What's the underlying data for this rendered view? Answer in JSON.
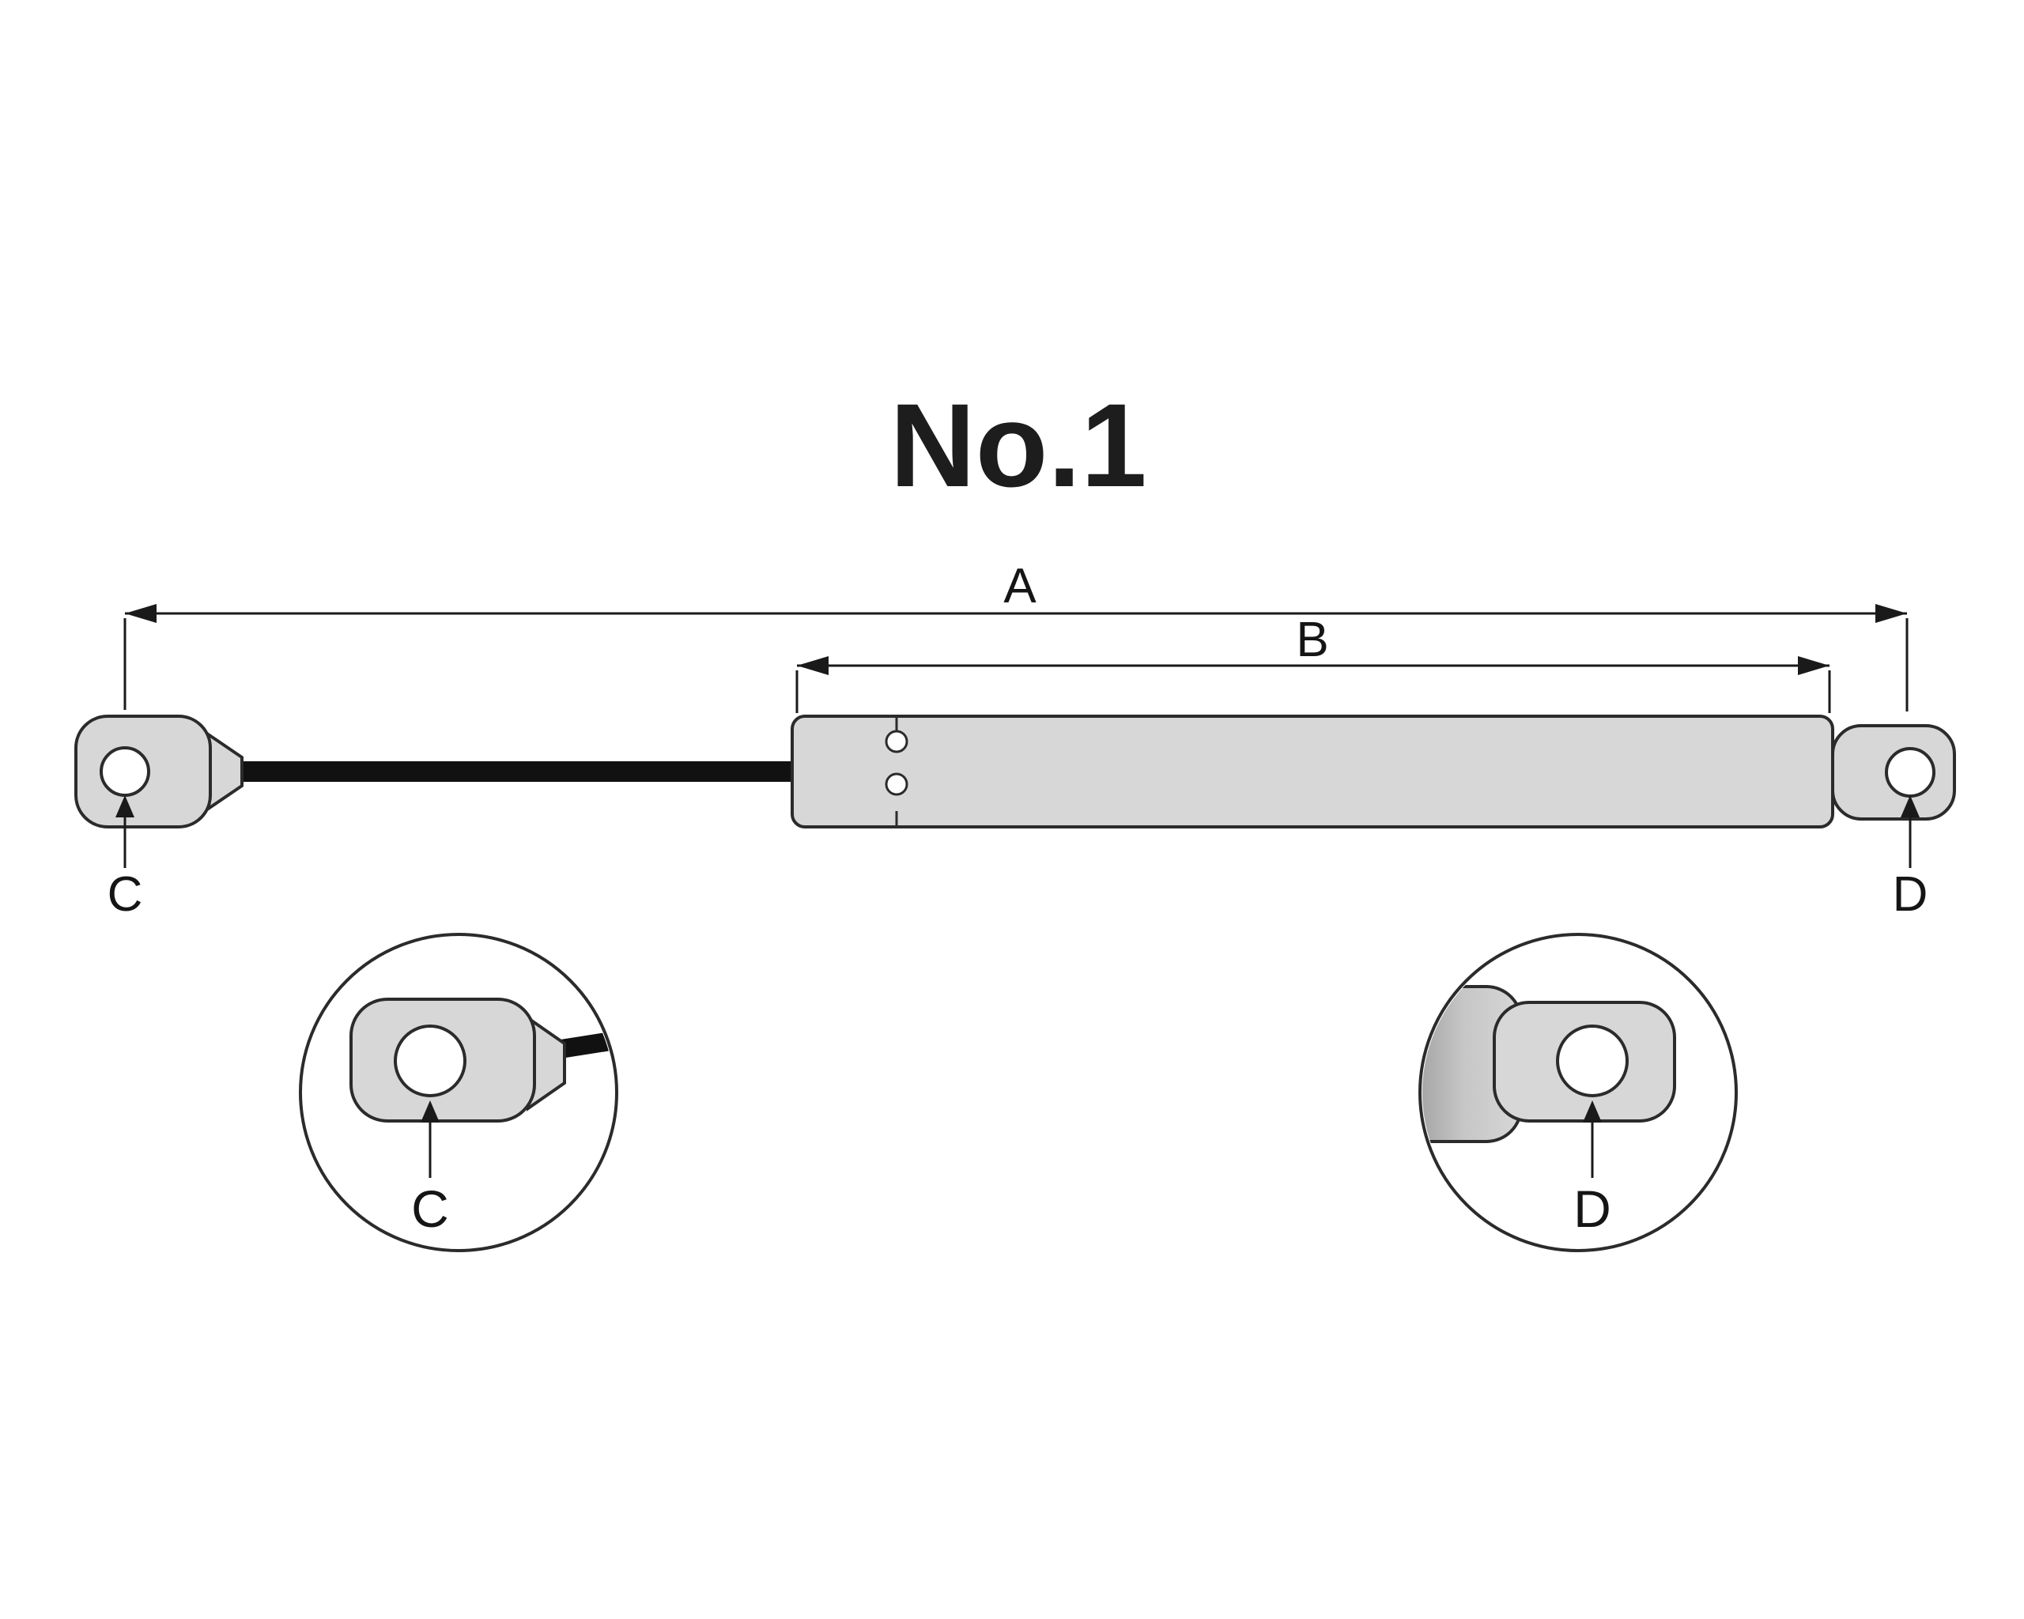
{
  "diagram": {
    "title": "No.1",
    "dimension_labels": {
      "overall_length": "A",
      "body_length": "B"
    },
    "end_labels": {
      "left": "C",
      "right": "D"
    },
    "detail_labels": {
      "left": "C",
      "right": "D"
    },
    "colors": {
      "background": "#ffffff",
      "part_fill": "#d7d7d7",
      "part_stroke": "#2b2b2b",
      "rod_fill": "#111111",
      "line_color": "#1a1a1a",
      "shade_dark": "#8f8f8f"
    }
  }
}
